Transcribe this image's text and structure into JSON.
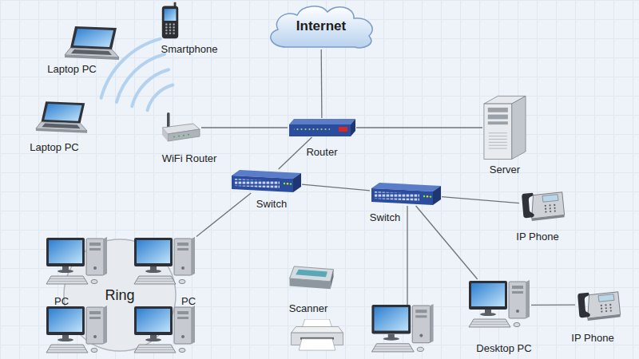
{
  "diagram": {
    "nodes": [
      {
        "text": [
          "Smartphone"
        ]
      },
      {
        "text": [
          "Internet"
        ]
      },
      {
        "text": [
          "Laptop PC"
        ]
      },
      {
        "text": [
          "Laptop PC"
        ]
      },
      {
        "text": [
          "WiFi Router"
        ]
      },
      {
        "text": [
          "Router"
        ]
      },
      {
        "text": [
          "Server"
        ]
      },
      {
        "text": [
          "Switch"
        ]
      },
      {
        "text": [
          "Switch"
        ]
      },
      {
        "text": [
          "IP Phone"
        ]
      },
      {
        "text": [
          "Ring"
        ]
      },
      {
        "text": [
          "PC"
        ]
      },
      {
        "text": [
          "PC"
        ]
      },
      {
        "text": [
          "Scanner"
        ]
      },
      {
        "text": [
          "Desktop PC"
        ]
      },
      {
        "text": [
          "IP Phone"
        ]
      }
    ],
    "edges": [
      {
        "from": 1,
        "to": 5,
        "arrow": "none"
      },
      {
        "from": 5,
        "to": 4,
        "arrow": "none"
      },
      {
        "from": 5,
        "to": 6,
        "arrow": "none"
      },
      {
        "from": 5,
        "to": 7,
        "arrow": "none"
      },
      {
        "from": 7,
        "to": 8,
        "arrow": "none"
      },
      {
        "from": 8,
        "to": 9,
        "arrow": "none"
      },
      {
        "from": 7,
        "to": 12,
        "arrow": "none"
      },
      {
        "from": 8,
        "to": 14,
        "arrow": "none"
      },
      {
        "from": 14,
        "to": 15,
        "arrow": "none"
      }
    ]
  }
}
